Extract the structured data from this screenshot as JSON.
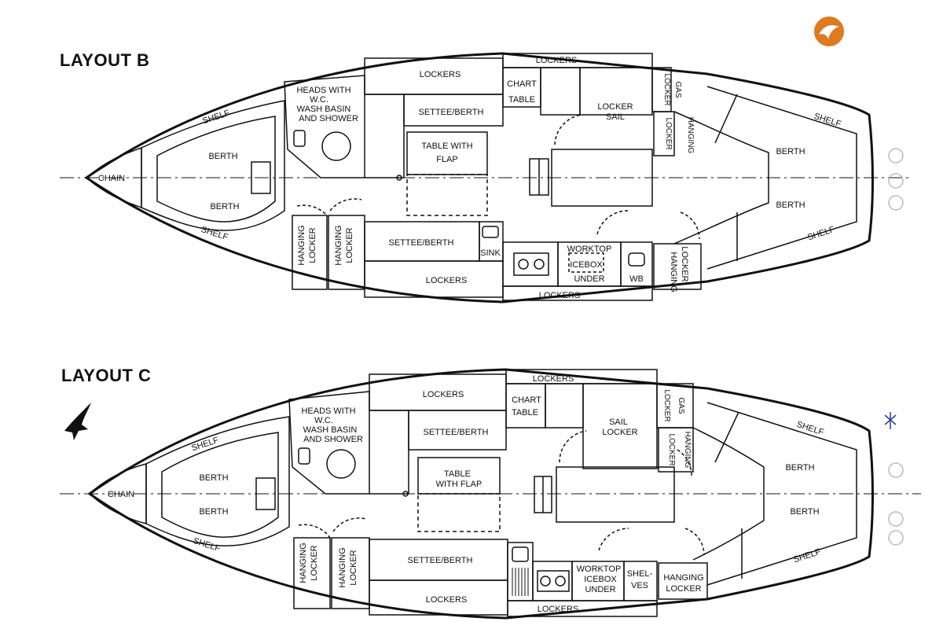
{
  "layout_b": {
    "title": "LAYOUT B",
    "labels": {
      "chain": "CHAIN",
      "shelf_top": "SHELF",
      "shelf_bottom": "SHELF",
      "berth_fwd_top": "BERTH",
      "berth_fwd_bottom": "BERTH",
      "heads": [
        "HEADS WITH",
        "W.C.",
        "WASH BASIN",
        "AND SHOWER"
      ],
      "hanging_locker_1": [
        "HANGING",
        "LOCKER"
      ],
      "hanging_locker_2": [
        "HANGING",
        "LOCKER"
      ],
      "lockers_top": "LOCKERS",
      "settee_top": "SETTEE/BERTH",
      "table": [
        "TABLE WITH",
        "FLAP"
      ],
      "settee_bottom": "SETTEE/BERTH",
      "lockers_bottom": "LOCKERS",
      "sink": "SINK",
      "chart_table": [
        "CHART",
        "TABLE"
      ],
      "lockers_strip_top": "LOCKERS",
      "lockers_strip_bottom": "LOCKERS",
      "locker_sail": [
        "LOCKER",
        "SAIL"
      ],
      "worktop": [
        "WORKTOP",
        "ICEBOX",
        "UNDER"
      ],
      "wb": "WB",
      "gas_locker": [
        "GAS",
        "LOCKER"
      ],
      "hanging_locker_aft_top": [
        "HANGING",
        "LOCKER"
      ],
      "hanging_locker_aft_bottom": [
        "LOCKER",
        "HANGING"
      ],
      "berth_aft_top": "BERTH",
      "berth_aft_bottom": "BERTH",
      "shelf_aft_top": "SHELF",
      "shelf_aft_bottom": "SHELF"
    }
  },
  "layout_c": {
    "title": "LAYOUT C",
    "labels": {
      "chain": "CHAIN",
      "shelf_top": "SHELF",
      "shelf_bottom": "SHELF",
      "berth_fwd_top": "BERTH",
      "berth_fwd_bottom": "BERTH",
      "heads": [
        "HEADS WITH",
        "W.C.",
        "WASH BASIN",
        "AND SHOWER"
      ],
      "hanging_locker_1": [
        "HANGING",
        "LOCKER"
      ],
      "hanging_locker_2": [
        "HANGING",
        "LOCKER"
      ],
      "lockers_top": "LOCKERS",
      "settee_top": "SETTEE/BERTH",
      "table": [
        "TABLE",
        "WITH FLAP"
      ],
      "settee_bottom": "SETTEE/BERTH",
      "lockers_bottom": "LOCKERS",
      "chart_table": [
        "CHART",
        "TABLE"
      ],
      "lockers_strip_top": "LOCKERS",
      "lockers_strip_bottom": "LOCKERS",
      "sail_locker": [
        "SAIL",
        "LOCKER"
      ],
      "worktop": [
        "WORKTOP",
        "ICEBOX",
        "UNDER"
      ],
      "shelves": [
        "SHEL-",
        "VES"
      ],
      "gas_locker": [
        "GAS",
        "LOCKER"
      ],
      "hanging_locker_aft_top": [
        "HANGING",
        "LOCKER"
      ],
      "hanging_locker_aft_bottom": [
        "HANGING",
        "LOCKER"
      ],
      "berth_aft_top": "BERTH",
      "berth_aft_bottom": "BERTH",
      "shelf_aft_top": "SHELF",
      "shelf_aft_bottom": "SHELF"
    }
  },
  "decorations": {
    "logo_icon": "bird-logo-icon",
    "bird_icon": "bird-silhouette-icon",
    "logo_color": "#e07a1f",
    "ink_color": "#111111",
    "pen_mark_color": "#2a3fa0"
  }
}
